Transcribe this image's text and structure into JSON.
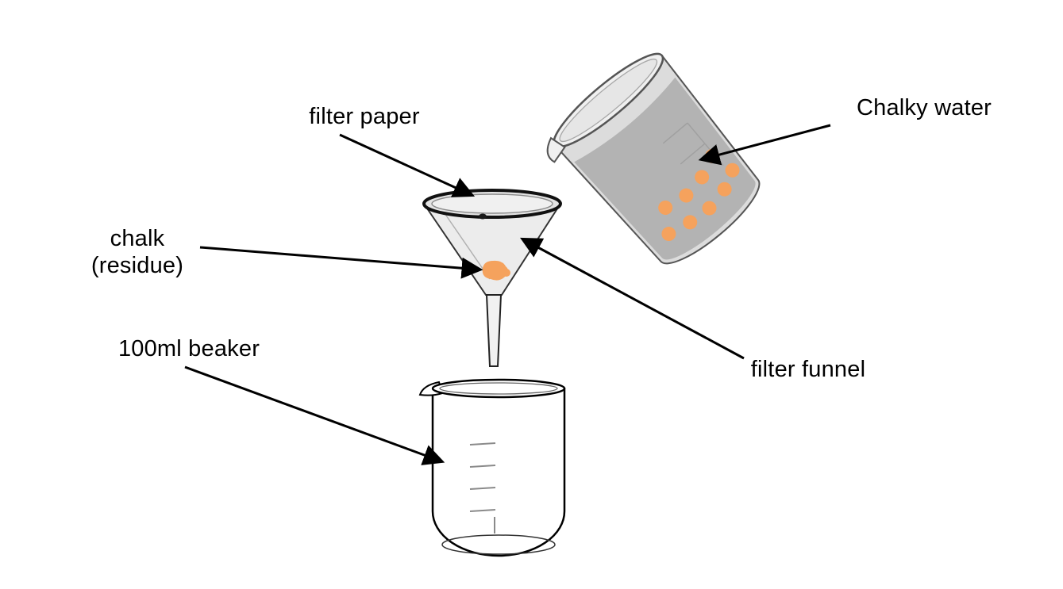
{
  "labels": {
    "filter_paper": "filter paper",
    "chalky_water": "Chalky water",
    "chalk_residue": "chalk\n(residue)",
    "beaker_100ml": "100ml beaker",
    "filter_funnel": "filter funnel"
  },
  "colors": {
    "chalk": "#F5A25D",
    "water": "#b3b3b3",
    "glass": "#e9e9e9",
    "outline": "#000000"
  }
}
